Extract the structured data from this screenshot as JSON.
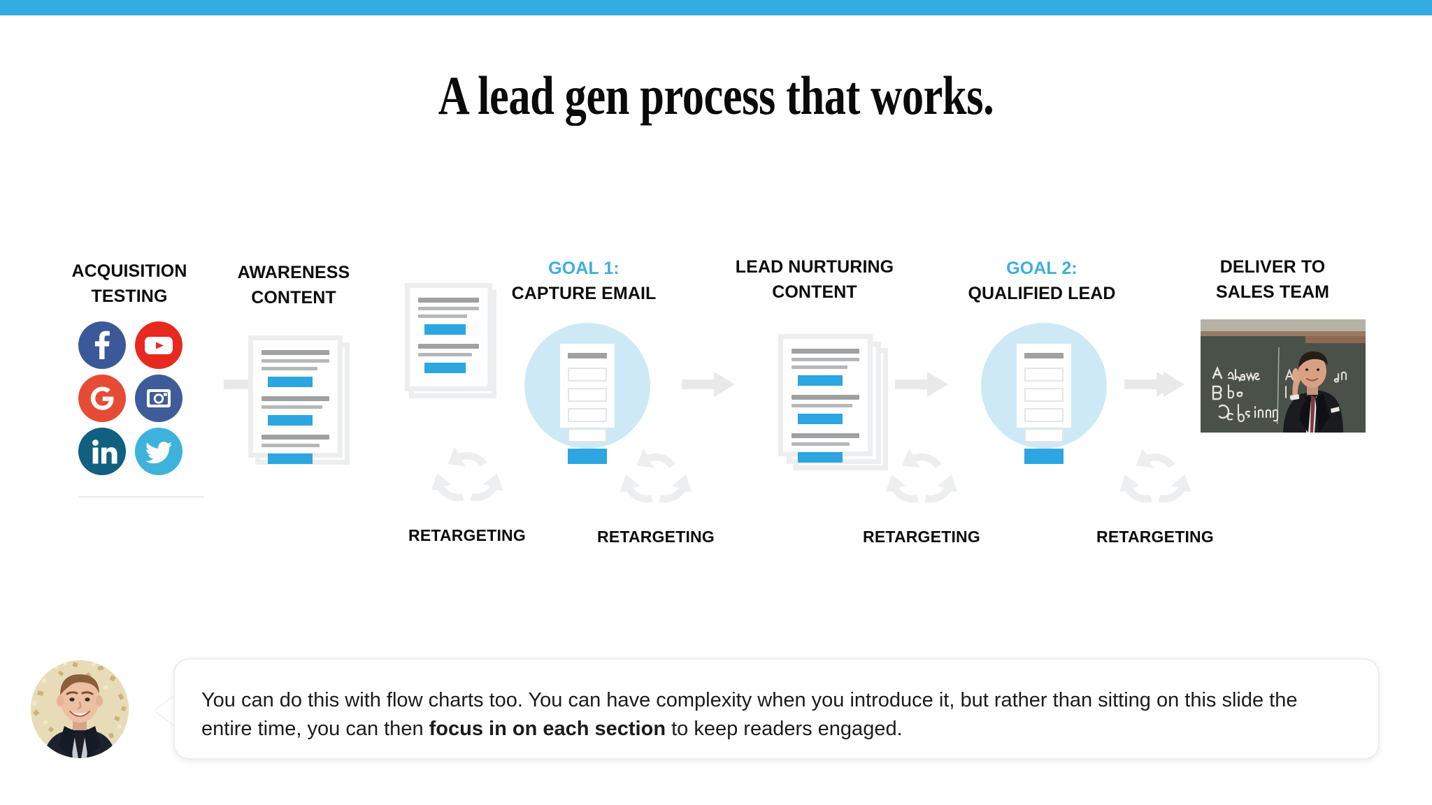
{
  "theme": {
    "accent_blue": "#32ACE2",
    "goal_blue": "#3BAFE0",
    "circle_blue": "#CDE9F6",
    "doc_blue": "#2BA6E0",
    "gray_line": "#9FA1A3",
    "arrow_gray": "#E8E9EA",
    "text_black": "#0C0C0C"
  },
  "slide": {
    "title": "A lead gen process that works."
  },
  "flow": {
    "steps": [
      {
        "id": "acquisition",
        "head_line1": "ACQUISITION",
        "head_line2": "TESTING",
        "goal_prefix": "",
        "visual": "social-grid"
      },
      {
        "id": "awareness",
        "head_line1": "AWARENESS",
        "head_line2": "CONTENT",
        "goal_prefix": "",
        "visual": "doc-stack"
      },
      {
        "id": "capture-email",
        "head_line1": "GOAL 1:",
        "head_line2": "CAPTURE EMAIL",
        "goal_prefix": "GOAL 1:",
        "visual": "goal-circle-form"
      },
      {
        "id": "lead-nurturing",
        "head_line1": "LEAD NURTURING",
        "head_line2": "CONTENT",
        "goal_prefix": "",
        "visual": "doc-stack"
      },
      {
        "id": "qualified-lead",
        "head_line1": "GOAL 2:",
        "head_line2": "QUALIFIED LEAD",
        "goal_prefix": "GOAL 2:",
        "visual": "goal-circle-form"
      },
      {
        "id": "deliver-sales",
        "head_line1": "DELIVER TO",
        "head_line2": "SALES TEAM",
        "goal_prefix": "",
        "visual": "sales-photo"
      }
    ],
    "retargeting_labels": [
      "RETARGETING",
      "RETARGETING",
      "RETARGETING",
      "RETARGETING"
    ],
    "social_icons": [
      {
        "name": "facebook-icon",
        "label": "Facebook",
        "color": "#3B5998"
      },
      {
        "name": "youtube-icon",
        "label": "YouTube",
        "color": "#E8291F"
      },
      {
        "name": "google-icon",
        "label": "Google",
        "color": "#E64B35"
      },
      {
        "name": "instagram-icon",
        "label": "Instagram",
        "color": "#3F5C9A"
      },
      {
        "name": "linkedin-icon",
        "label": "LinkedIn",
        "color": "#10607F"
      },
      {
        "name": "twitter-icon",
        "label": "Twitter",
        "color": "#3DB3DC"
      }
    ],
    "sales_photo": {
      "alt": "Man in suit pointing at chalkboard",
      "chalkboard_lines": [
        "A  always",
        "B  be",
        "C  closing"
      ]
    }
  },
  "caption": {
    "text_part1": "You can do this with flow charts too. You can have complexity when you introduce it, but rather than sitting on this slide the entire time, you can then ",
    "text_bold": "focus in on each section",
    "text_part2": " to keep readers engaged.",
    "avatar_alt": "Presenter headshot"
  }
}
